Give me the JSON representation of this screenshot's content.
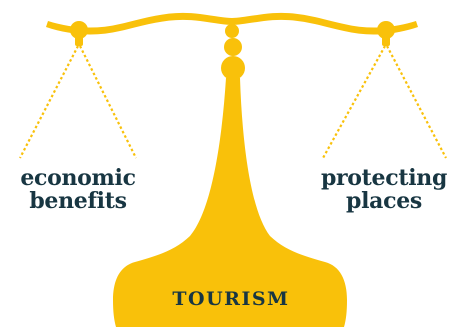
{
  "colors": {
    "scale": "#F9C10A",
    "text": "#183642",
    "background": "#FFFFFF"
  },
  "left_pan": {
    "line1": "economic",
    "line2": "benefits"
  },
  "right_pan": {
    "line1": "protecting",
    "line2": "places"
  },
  "base": {
    "label": "TOURISM"
  }
}
